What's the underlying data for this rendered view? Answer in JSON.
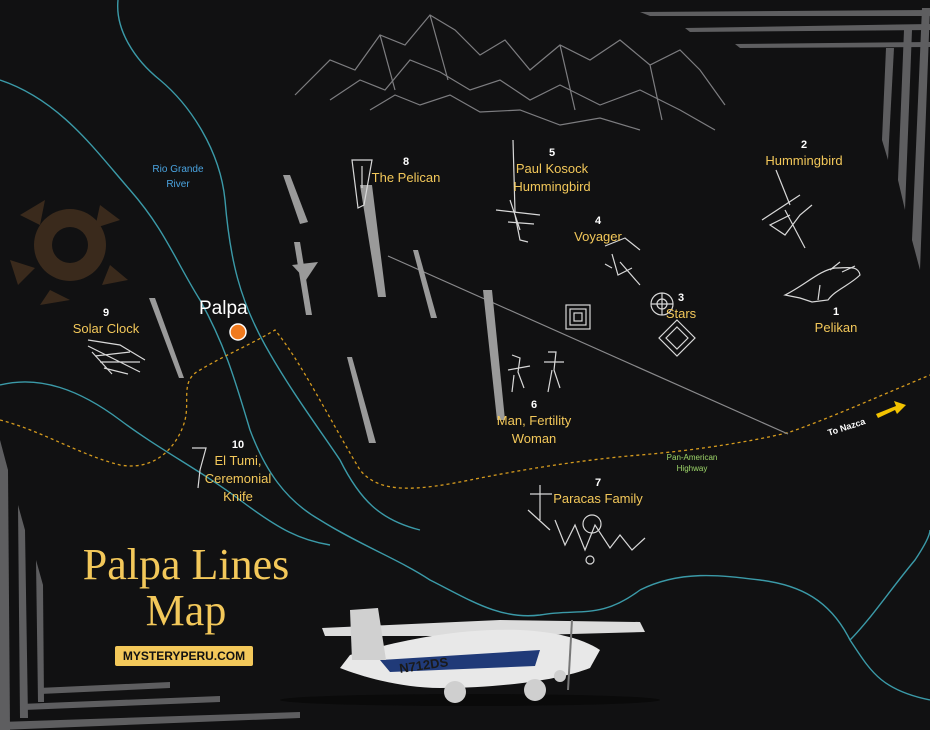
{
  "map": {
    "title": "Palpa Lines\nMap",
    "brand": "MYSTERYPERU.COM",
    "city": "Palpa",
    "river_label": "Rio Grande\nRiver",
    "highway_label": "Pan-American\nHighway",
    "destination_label": "To Nazca",
    "aircraft_registration": "N712DS",
    "sites": [
      {
        "number": "1",
        "name": "Pelikan"
      },
      {
        "number": "2",
        "name": "Hummingbird"
      },
      {
        "number": "3",
        "name": "Stars"
      },
      {
        "number": "4",
        "name": "Voyager"
      },
      {
        "number": "5",
        "name": "Paul Kosock\nHummingbird"
      },
      {
        "number": "6",
        "name": "Man, Fertility\nWoman"
      },
      {
        "number": "7",
        "name": "Paracas Family"
      },
      {
        "number": "8",
        "name": "The Pelican"
      },
      {
        "number": "9",
        "name": "Solar Clock"
      },
      {
        "number": "10",
        "name": "El Tumi,\nCeremonial\nKnife"
      }
    ],
    "colors": {
      "background": "#111112",
      "label": "#f3c85a",
      "river": "#3b9aa8",
      "road": "#d49a1e",
      "city_marker": "#f07a1e",
      "geoglyph": "#9a9a9a"
    }
  }
}
